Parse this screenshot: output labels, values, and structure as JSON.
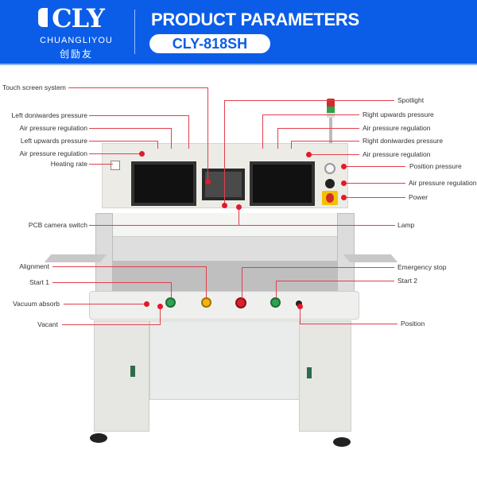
{
  "header": {
    "brand_mark": "CLY",
    "brand_name": "CHUANGLIYOU",
    "brand_name_cn": "创励友",
    "title": "PRODUCT PARAMETERS",
    "model": "CLY-818SH",
    "background_color": "#0b5de8"
  },
  "callouts": {
    "left": [
      {
        "label": "Touch screen system"
      },
      {
        "label": "Left doniwardes pressure"
      },
      {
        "label": "Air pressure regulation"
      },
      {
        "label": "Left upwards pressure"
      },
      {
        "label": "Air pressure regulation"
      },
      {
        "label": "Heating rate"
      },
      {
        "label": "PCB camera switch"
      },
      {
        "label": "Alignment"
      },
      {
        "label": "Start 1"
      },
      {
        "label": "Vacuum absorb"
      },
      {
        "label": "Vacant"
      }
    ],
    "right": [
      {
        "label": "Spotlight"
      },
      {
        "label": "Right upwards pressure"
      },
      {
        "label": "Air pressure regulation"
      },
      {
        "label": "Right doniwardes pressure"
      },
      {
        "label": "Air pressure regulation"
      },
      {
        "label": "Position pressure"
      },
      {
        "label": "Air pressure regulation"
      },
      {
        "label": "Power"
      },
      {
        "label": "Lamp"
      },
      {
        "label": "Emergency stop"
      },
      {
        "label": "Start 2"
      },
      {
        "label": "Position"
      }
    ],
    "line_color": "#e0404e"
  }
}
